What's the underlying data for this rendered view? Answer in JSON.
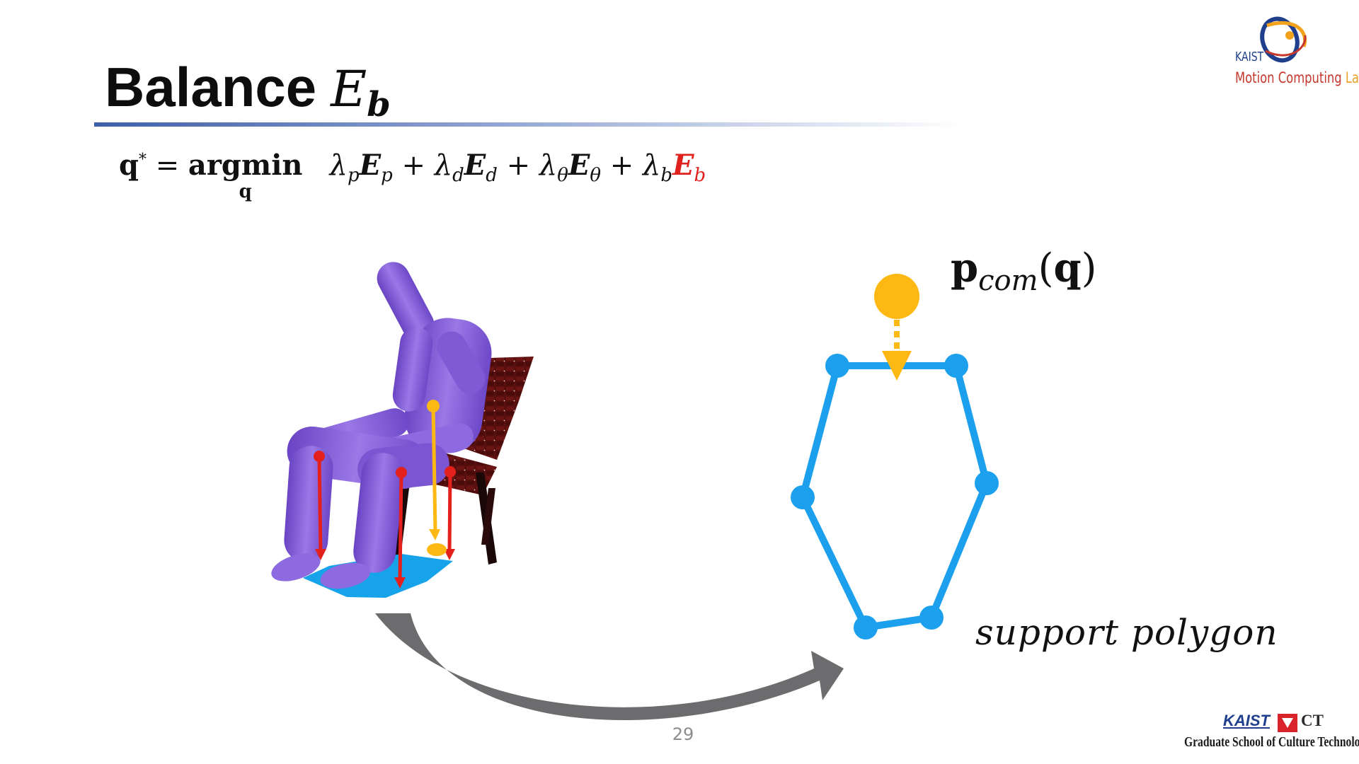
{
  "title": {
    "text": "Balance",
    "math_symbol": "E",
    "math_subscript": "b"
  },
  "formula": {
    "lhs": "q",
    "lhs_superscript": "*",
    "equals": "=",
    "operator": "argmin",
    "operator_under": "q",
    "terms": [
      {
        "lambda": "λ",
        "lambda_sub": "p",
        "energy": "E",
        "energy_sub": "p",
        "highlight": false
      },
      {
        "lambda": "λ",
        "lambda_sub": "d",
        "energy": "E",
        "energy_sub": "d",
        "highlight": false
      },
      {
        "lambda": "λ",
        "lambda_sub": "θ",
        "energy": "E",
        "energy_sub": "θ",
        "highlight": false
      },
      {
        "lambda": "λ",
        "lambda_sub": "b",
        "energy": "E",
        "energy_sub": "b",
        "highlight": true
      }
    ],
    "plus": "+"
  },
  "diagram": {
    "com_label": {
      "symbol": "p",
      "subscript": "com",
      "arg": "q"
    },
    "support_label": "support polygon",
    "colors": {
      "polygon": "#1ca0ee",
      "com": "#fdb813",
      "arrow_red": "#e3201b",
      "curve_arrow": "#6c6c6e",
      "figure": "#8a63d8",
      "chair": "#5a0f0f",
      "floor_polygon": "#17a3ea"
    }
  },
  "logos": {
    "lab_kaist": "KAIST",
    "lab_name": "Motion Computing",
    "lab_suffix": "Lab",
    "footer_kaist": "KAIST",
    "footer_ct": "CT",
    "footer_school": "Graduate School of Culture Technology"
  },
  "page_number": "29"
}
